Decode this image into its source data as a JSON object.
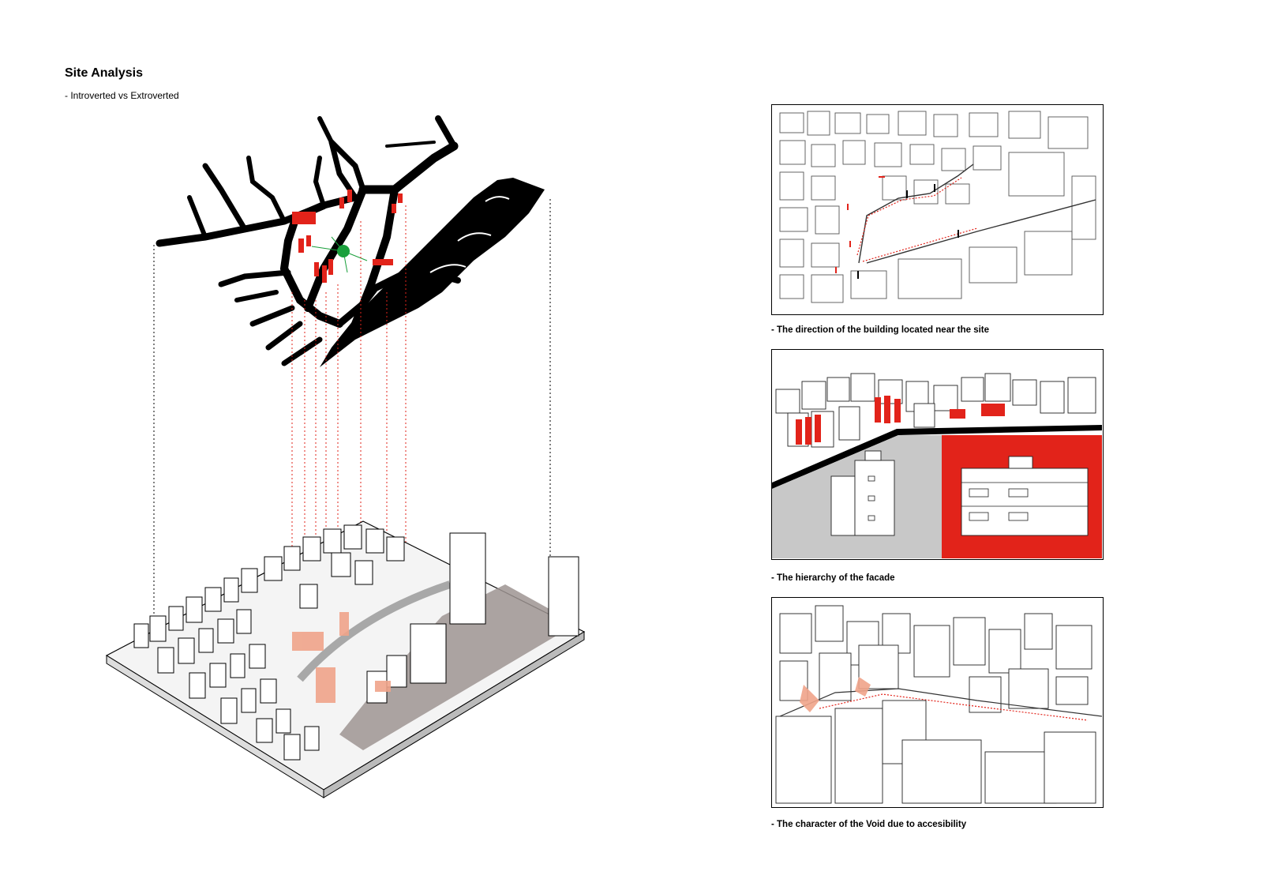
{
  "header": {
    "title": "Site Analysis",
    "subtitle": "- Introverted vs Extroverted"
  },
  "panels": [
    {
      "caption": "- The direction of the building located near the site"
    },
    {
      "caption": "- The hierarchy of the facade"
    },
    {
      "caption": "- The character of the Void due to accesibility"
    }
  ],
  "colors": {
    "accent": "#e2231a",
    "salmon": "#f0a48a",
    "green": "#1a9f3c",
    "grey": "#c8c8c8",
    "road": "#000000"
  }
}
